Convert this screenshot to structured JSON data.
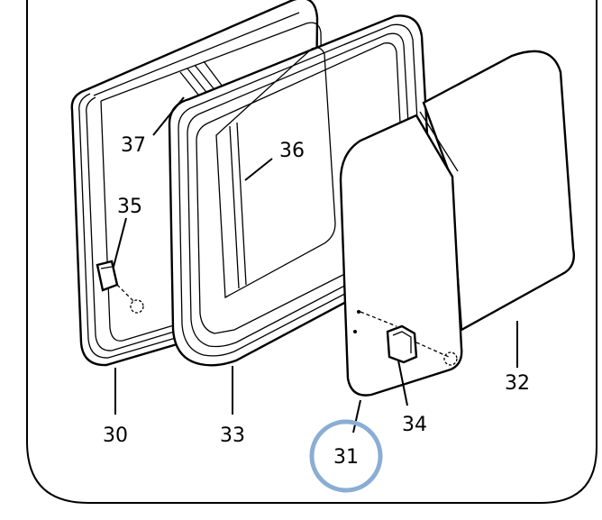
{
  "diagram": {
    "callouts": [
      {
        "id": "30",
        "text": "30"
      },
      {
        "id": "31",
        "text": "31"
      },
      {
        "id": "32",
        "text": "32"
      },
      {
        "id": "33",
        "text": "33"
      },
      {
        "id": "34",
        "text": "34"
      },
      {
        "id": "35",
        "text": "35"
      },
      {
        "id": "36",
        "text": "36"
      },
      {
        "id": "37",
        "text": "37"
      }
    ],
    "highlighted_callout": "31",
    "highlight_color": "#8aaed3",
    "line_color": "#000000",
    "background_color": "#ffffff"
  }
}
